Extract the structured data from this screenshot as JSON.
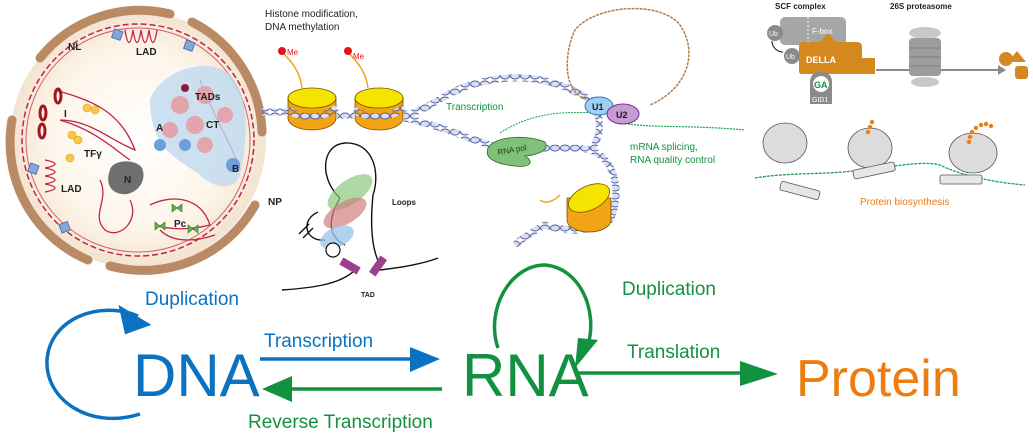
{
  "colors": {
    "dna_blue": "#0a72c0",
    "rna_green": "#129240",
    "protein_orange": "#ee7d11",
    "nucleus_brown": "#b98a64",
    "chromatin_red": "#c2234a",
    "histone_yellow": "#f5d800",
    "histone_orange": "#f3a415",
    "della_orange": "#d4891e",
    "grey": "#9a9a9a",
    "text_dark": "#222222"
  },
  "nucleus": {
    "labels": {
      "nl": "NL",
      "lad_top": "LAD",
      "lad_left": "LAD",
      "tads": "TADs",
      "a": "A",
      "ct": "CT",
      "b": "B",
      "i": "I",
      "tf": "TFγ",
      "n": "N",
      "pc": "Pc"
    },
    "np_label": "NP"
  },
  "chromatin": {
    "title_line1": "Histone modification,",
    "title_line2": "DNA methylation",
    "me_label": "Me",
    "transcription_label": "Transcription",
    "rna_pol_label": "RNA pol",
    "loops_label": "Loops",
    "tad_label": "TAD"
  },
  "splicing": {
    "u1": "U1",
    "u2": "U2",
    "caption_line1": "mRNA splicing,",
    "caption_line2": "RNA quality control"
  },
  "degradation": {
    "scf_title": "SCF complex",
    "proteasome_title": "26S proteasome",
    "fbox": "F-box",
    "ub": "Ub",
    "della": "DELLA",
    "ga": "GA",
    "gid1": "GID1"
  },
  "ribosome": {
    "caption": "Protein biosynthesis"
  },
  "dogma": {
    "dna": "DNA",
    "rna": "RNA",
    "protein": "Protein",
    "dna_duplication": "Duplication",
    "rna_duplication": "Duplication",
    "transcription": "Transcription",
    "reverse_transcription": "Reverse Transcription",
    "translation": "Translation"
  }
}
